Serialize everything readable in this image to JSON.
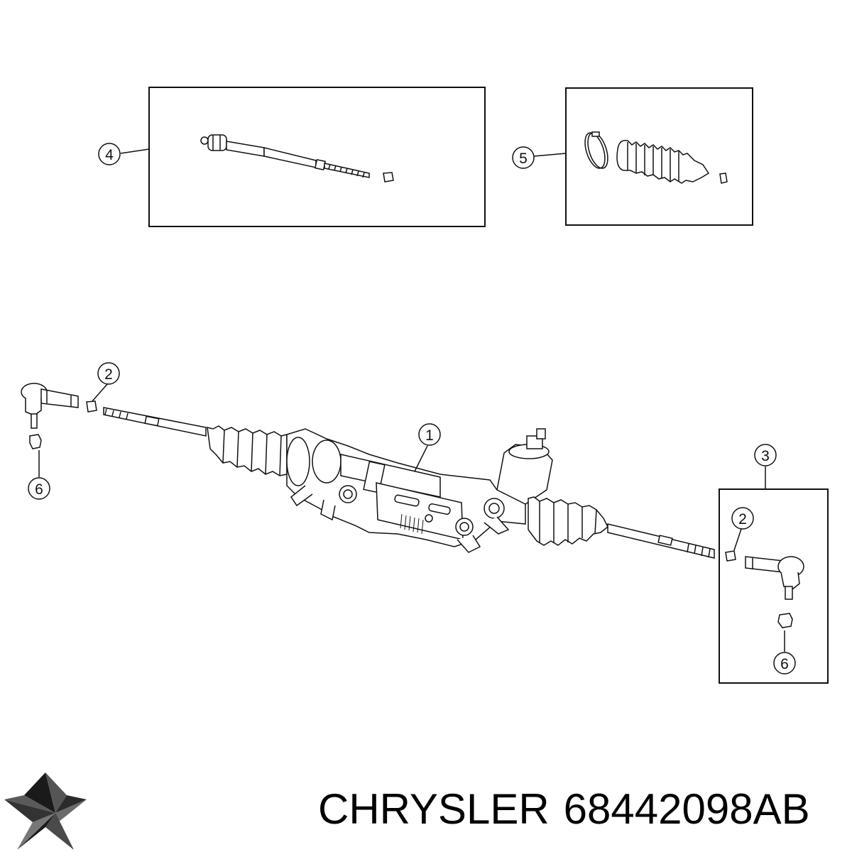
{
  "diagram": {
    "callouts": {
      "c1": "1",
      "c2a": "2",
      "c2b": "2",
      "c3": "3",
      "c4": "4",
      "c5": "5",
      "c6a": "6",
      "c6b": "6"
    }
  },
  "footer": {
    "brand": "CHRYSLER",
    "part_number": "68442098AB",
    "logo": "chrysler-pentastar-logo"
  },
  "colors": {
    "line": "#111111",
    "background": "#ffffff"
  }
}
